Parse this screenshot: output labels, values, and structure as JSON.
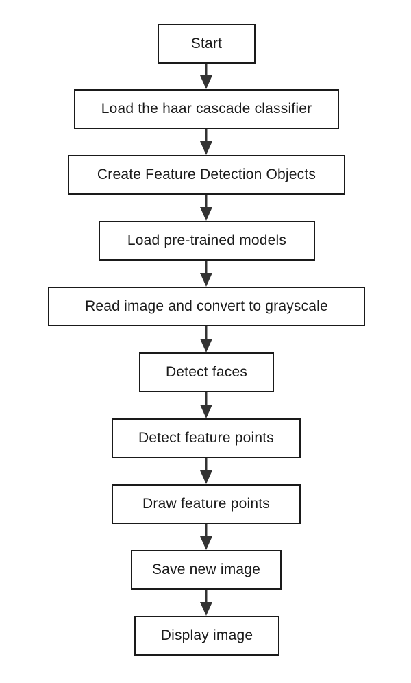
{
  "steps": [
    {
      "label": "Start"
    },
    {
      "label": "Load the haar cascade classifier"
    },
    {
      "label": "Create Feature Detection Objects"
    },
    {
      "label": "Load pre-trained models"
    },
    {
      "label": "Read image and convert to grayscale"
    },
    {
      "label": "Detect faces"
    },
    {
      "label": "Detect feature points"
    },
    {
      "label": "Draw feature points"
    },
    {
      "label": "Save new image"
    },
    {
      "label": "Display image"
    }
  ],
  "colors": {
    "stroke": "#1a1a1a",
    "arrow": "#333333",
    "background": "#ffffff"
  }
}
